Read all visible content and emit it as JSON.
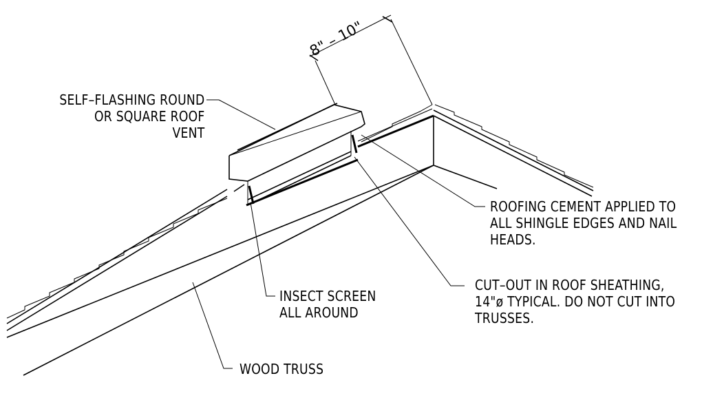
{
  "dimension": {
    "text": "8\" – 10\""
  },
  "labels": {
    "vent": [
      "SELF–FLASHING ROUND",
      "OR SQUARE ROOF",
      "VENT"
    ],
    "cement": [
      "ROOFING CEMENT APPLIED TO",
      "ALL SHINGLE EDGES AND NAIL",
      "HEADS."
    ],
    "cutout": [
      "CUT–OUT IN ROOF SHEATHING,",
      "14\"ø TYPICAL. DO NOT CUT INTO",
      "TRUSSES."
    ],
    "screen": [
      "INSECT SCREEN",
      "ALL AROUND"
    ],
    "truss": [
      "WOOD TRUSS"
    ]
  }
}
